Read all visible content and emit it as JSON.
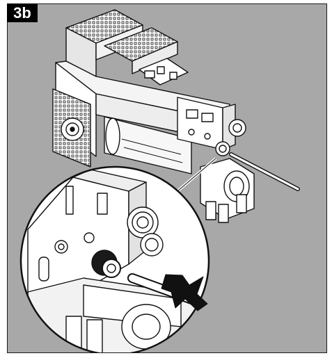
{
  "figure": {
    "step_label": "3b",
    "colors": {
      "background": "#a8a8a8",
      "line": "#111111",
      "part_fill": "#ffffff",
      "part_shade": "#d9d9d9"
    },
    "icons": [
      "gear-motor-unit",
      "cable-gland",
      "insertion-arrow",
      "magnifier-circle",
      "cable"
    ]
  }
}
